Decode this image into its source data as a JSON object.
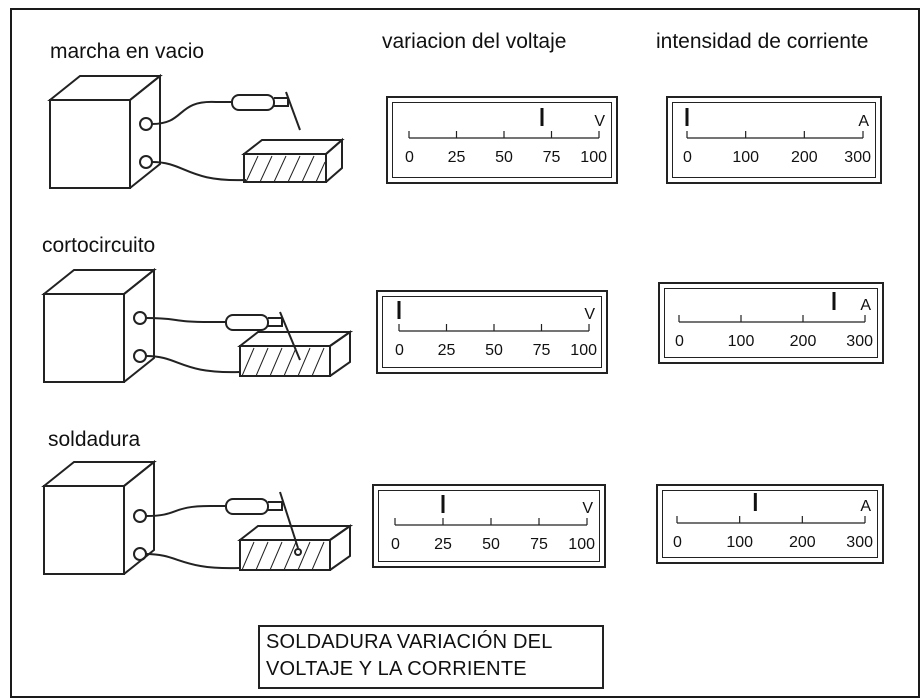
{
  "headers": {
    "voltage": "variacion del voltaje",
    "current": "intensidad de corriente"
  },
  "rows": [
    {
      "label": "marcha en vacio",
      "voltage_needle": 70,
      "current_needle": 0
    },
    {
      "label": "cortocircuito",
      "voltage_needle": 0,
      "current_needle": 250
    },
    {
      "label": "soldadura",
      "voltage_needle": 25,
      "current_needle": 125
    }
  ],
  "voltmeter": {
    "unit": "V",
    "ticks": [
      "0",
      "25",
      "50",
      "75",
      "100"
    ],
    "max": 100
  },
  "ammeter": {
    "unit": "A",
    "ticks": [
      "0",
      "100",
      "200",
      "300"
    ],
    "max": 300
  },
  "caption": {
    "line1": "SOLDADURA VARIACIÓN DEL",
    "line2": "VOLTAJE Y LA CORRIENTE"
  }
}
